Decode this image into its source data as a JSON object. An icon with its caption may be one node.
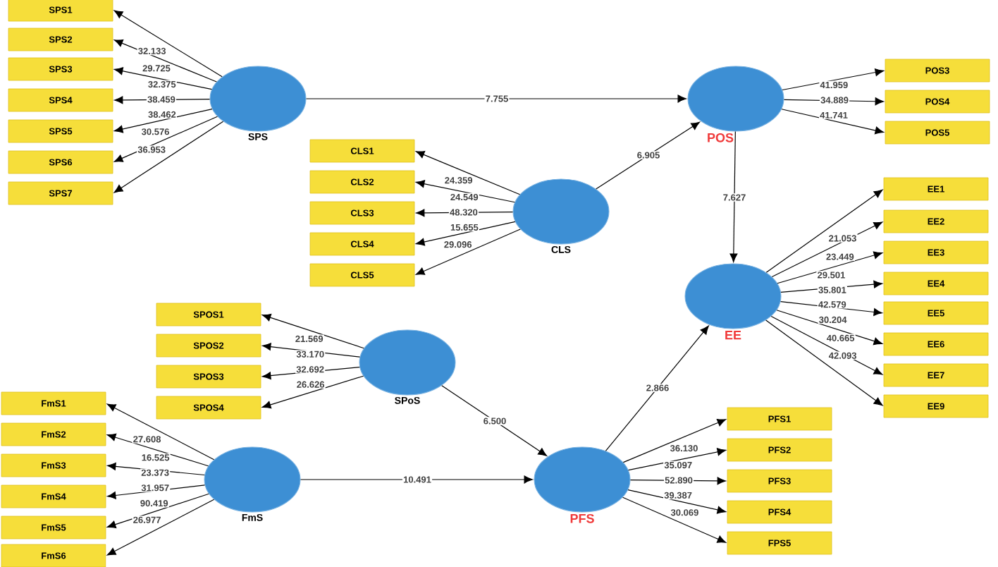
{
  "diagram": {
    "nodes": [
      {
        "text": [
          "SPS1"
        ]
      },
      {
        "text": [
          "SPS2"
        ]
      },
      {
        "text": [
          "SPS3"
        ]
      },
      {
        "text": [
          "SPS4"
        ]
      },
      {
        "text": [
          "SPS5"
        ]
      },
      {
        "text": [
          "SPS6"
        ]
      },
      {
        "text": [
          "SPS7"
        ]
      },
      {
        "text": [
          "SPS"
        ]
      },
      {
        "text": [
          "POS"
        ]
      },
      {
        "text": [
          "POS3"
        ]
      },
      {
        "text": [
          "POS4"
        ]
      },
      {
        "text": [
          "POS5"
        ]
      },
      {
        "text": [
          "CLS1"
        ]
      },
      {
        "text": [
          "CLS2"
        ]
      },
      {
        "text": [
          "CLS3"
        ]
      },
      {
        "text": [
          "CLS4"
        ]
      },
      {
        "text": [
          "CLS5"
        ]
      },
      {
        "text": [
          "CLS"
        ]
      },
      {
        "text": [
          "EE1"
        ]
      },
      {
        "text": [
          "EE2"
        ]
      },
      {
        "text": [
          "EE3"
        ]
      },
      {
        "text": [
          "EE4"
        ]
      },
      {
        "text": [
          "EE5"
        ]
      },
      {
        "text": [
          "EE6"
        ]
      },
      {
        "text": [
          "EE7"
        ]
      },
      {
        "text": [
          "EE9"
        ]
      },
      {
        "text": [
          "EE"
        ]
      },
      {
        "text": [
          "SPOS1"
        ]
      },
      {
        "text": [
          "SPOS2"
        ]
      },
      {
        "text": [
          "SPOS3"
        ]
      },
      {
        "text": [
          "SPOS4"
        ]
      },
      {
        "text": [
          "SPoS"
        ]
      },
      {
        "text": [
          "FmS1"
        ]
      },
      {
        "text": [
          "FmS2"
        ]
      },
      {
        "text": [
          "FmS3"
        ]
      },
      {
        "text": [
          "FmS4"
        ]
      },
      {
        "text": [
          "FmS5"
        ]
      },
      {
        "text": [
          "FmS6"
        ]
      },
      {
        "text": [
          "FmS"
        ]
      },
      {
        "text": [
          "PFS"
        ]
      },
      {
        "text": [
          "PFS1"
        ]
      },
      {
        "text": [
          "PFS2"
        ]
      },
      {
        "text": [
          "PFS3"
        ]
      },
      {
        "text": [
          "PFS4"
        ]
      },
      {
        "text": [
          "FPS5"
        ]
      }
    ],
    "edges": [
      {
        "from": 7,
        "to": 0,
        "arrow": "to",
        "label": "32.133"
      },
      {
        "from": 7,
        "to": 1,
        "arrow": "to",
        "label": "29.725"
      },
      {
        "from": 7,
        "to": 2,
        "arrow": "to",
        "label": "32.375"
      },
      {
        "from": 7,
        "to": 3,
        "arrow": "to",
        "label": "38.459"
      },
      {
        "from": 7,
        "to": 4,
        "arrow": "to",
        "label": "38.462"
      },
      {
        "from": 7,
        "to": 5,
        "arrow": "to",
        "label": "30.576"
      },
      {
        "from": 7,
        "to": 6,
        "arrow": "to",
        "label": "36.953"
      },
      {
        "from": 7,
        "to": 8,
        "arrow": "to",
        "label": "7.755"
      },
      {
        "from": 8,
        "to": 9,
        "arrow": "to",
        "label": "41.959"
      },
      {
        "from": 8,
        "to": 10,
        "arrow": "to",
        "label": "34.889"
      },
      {
        "from": 8,
        "to": 11,
        "arrow": "to",
        "label": "41.741"
      },
      {
        "from": 17,
        "to": 12,
        "arrow": "to",
        "label": "24.359"
      },
      {
        "from": 17,
        "to": 13,
        "arrow": "to",
        "label": "24.549"
      },
      {
        "from": 17,
        "to": 14,
        "arrow": "to",
        "label": "48.320"
      },
      {
        "from": 17,
        "to": 15,
        "arrow": "to",
        "label": "15.655"
      },
      {
        "from": 17,
        "to": 16,
        "arrow": "to",
        "label": "29.096"
      },
      {
        "from": 17,
        "to": 8,
        "arrow": "to",
        "label": "6.905"
      },
      {
        "from": 8,
        "to": 26,
        "arrow": "to",
        "label": "7.627"
      },
      {
        "from": 26,
        "to": 18,
        "arrow": "to",
        "label": "21.053"
      },
      {
        "from": 26,
        "to": 19,
        "arrow": "to",
        "label": "23.449"
      },
      {
        "from": 26,
        "to": 20,
        "arrow": "to",
        "label": "29.501"
      },
      {
        "from": 26,
        "to": 21,
        "arrow": "to",
        "label": "35.801"
      },
      {
        "from": 26,
        "to": 22,
        "arrow": "to",
        "label": "42.579"
      },
      {
        "from": 26,
        "to": 23,
        "arrow": "to",
        "label": "30.204"
      },
      {
        "from": 26,
        "to": 24,
        "arrow": "to",
        "label": "40.665"
      },
      {
        "from": 26,
        "to": 25,
        "arrow": "to",
        "label": "42.093"
      },
      {
        "from": 31,
        "to": 27,
        "arrow": "to",
        "label": "21.569"
      },
      {
        "from": 31,
        "to": 28,
        "arrow": "to",
        "label": "33.170"
      },
      {
        "from": 31,
        "to": 29,
        "arrow": "to",
        "label": "32.692"
      },
      {
        "from": 31,
        "to": 30,
        "arrow": "to",
        "label": "26.626"
      },
      {
        "from": 31,
        "to": 39,
        "arrow": "to",
        "label": "6.500"
      },
      {
        "from": 38,
        "to": 32,
        "arrow": "to",
        "label": "27.608"
      },
      {
        "from": 38,
        "to": 33,
        "arrow": "to",
        "label": "16.525"
      },
      {
        "from": 38,
        "to": 34,
        "arrow": "to",
        "label": "23.373"
      },
      {
        "from": 38,
        "to": 35,
        "arrow": "to",
        "label": "31.957"
      },
      {
        "from": 38,
        "to": 36,
        "arrow": "to",
        "label": "90.419"
      },
      {
        "from": 38,
        "to": 37,
        "arrow": "to",
        "label": "26.977"
      },
      {
        "from": 38,
        "to": 39,
        "arrow": "to",
        "label": "10.491"
      },
      {
        "from": 39,
        "to": 26,
        "arrow": "to",
        "label": "2.866"
      },
      {
        "from": 39,
        "to": 40,
        "arrow": "to",
        "label": "36.130"
      },
      {
        "from": 39,
        "to": 41,
        "arrow": "to",
        "label": "35.097"
      },
      {
        "from": 39,
        "to": 42,
        "arrow": "to",
        "label": "52.890"
      },
      {
        "from": 39,
        "to": 43,
        "arrow": "to",
        "label": "39.387"
      },
      {
        "from": 39,
        "to": 44,
        "arrow": "to",
        "label": "30.069"
      }
    ]
  }
}
